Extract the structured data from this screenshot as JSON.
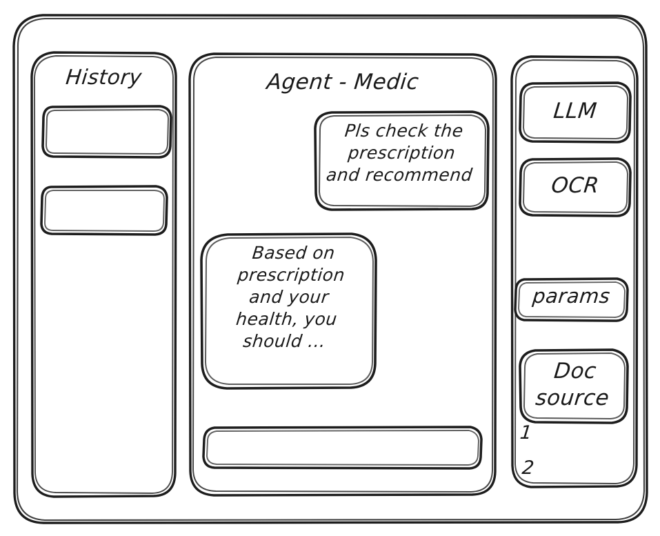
{
  "meta": {
    "style": "hand-drawn wireframe sketch",
    "ink_color": "#1a1a1a",
    "background_color": "#ffffff"
  },
  "app_frame": {
    "name": "application-window"
  },
  "history": {
    "title": "History",
    "items": [
      {
        "label": ""
      },
      {
        "label": ""
      }
    ]
  },
  "main": {
    "title": "Agent - Medic",
    "messages": [
      {
        "role": "user",
        "text": "Pls check the\nprescription\nand recommend"
      },
      {
        "role": "agent",
        "text": "Based on\nprescription\nand your\nhealth, you\nshould ..."
      }
    ],
    "input": {
      "value": "",
      "placeholder": ""
    }
  },
  "tools": {
    "buttons": [
      {
        "label": "LLM"
      },
      {
        "label": "OCR"
      },
      {
        "label": "params"
      }
    ],
    "doc_source": {
      "label": "Doc\nsource",
      "entries": [
        "1",
        "2"
      ]
    }
  }
}
